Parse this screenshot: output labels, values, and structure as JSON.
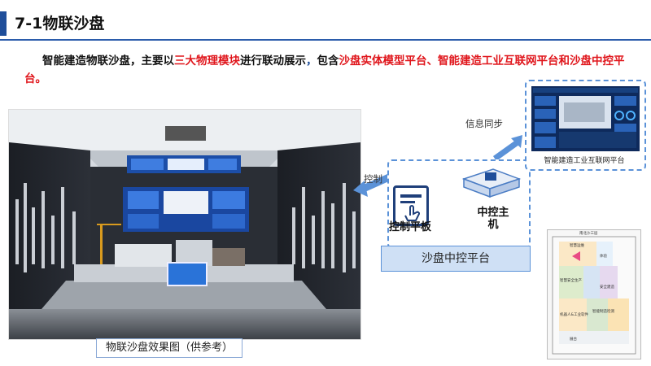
{
  "header": {
    "title": "7-1物联沙盘"
  },
  "intro": {
    "part1": "智能建造物联沙盘，主要以",
    "hl1": "三大物理模块",
    "part2": "进行联动展示",
    "comma": "，",
    "part3": "包含",
    "hl2": "沙盘实体模型平台、智能建造工业互联网平台和沙盘中控平台。"
  },
  "scene": {
    "caption": "物联沙盘效果图（供参考）"
  },
  "diagram": {
    "control_label": "沙盘中控平台",
    "tablet_label": "控制平板",
    "host_label": "中控主机",
    "arrow_control_1": "控制",
    "arrow_control_2": "控制",
    "arrow_sync": "信息同步",
    "monitor_caption": "智能建造工业互联网平台"
  },
  "floorplan": {
    "title": "南北沙三层",
    "rooms": [
      "智慧运维",
      "智慧安全生产",
      "体验",
      "安全建造",
      "智能制造检测",
      "机器人&工业软件",
      "展台"
    ]
  },
  "colors": {
    "accent": "#1f4e9a",
    "highlight": "#e0161c",
    "box_border": "#5b92d8"
  }
}
